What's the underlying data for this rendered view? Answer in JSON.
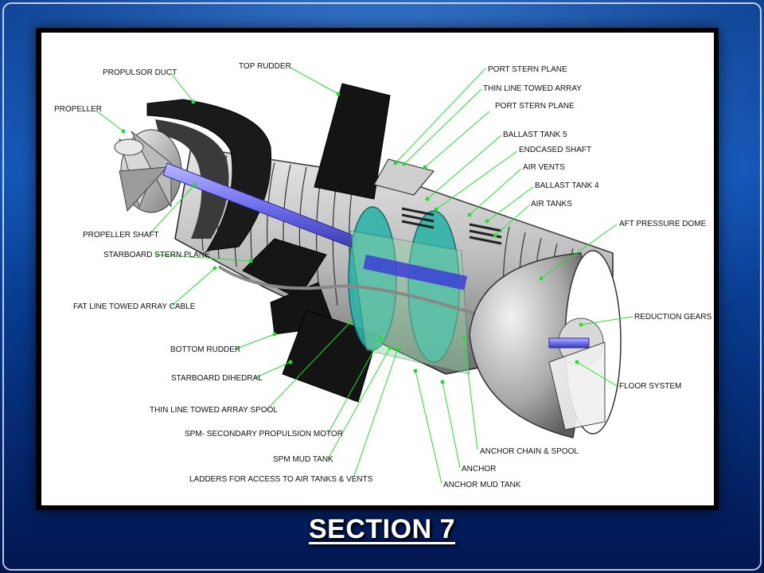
{
  "slide": {
    "title": "SECTION 7"
  },
  "diagram": {
    "labels": [
      {
        "id": "propulsor-duct",
        "text": "PROPULSOR DUCT"
      },
      {
        "id": "top-rudder",
        "text": "TOP RUDDER"
      },
      {
        "id": "port-stern-plane-top",
        "text": "PORT STERN PLANE"
      },
      {
        "id": "thin-line-towed-array",
        "text": "THIN LINE TOWED ARRAY"
      },
      {
        "id": "port-stern-plane",
        "text": "PORT STERN PLANE"
      },
      {
        "id": "propeller",
        "text": "PROPELLER"
      },
      {
        "id": "ballast-tank-5",
        "text": "BALLAST TANK 5"
      },
      {
        "id": "endcased-shaft",
        "text": "ENDCASED SHAFT"
      },
      {
        "id": "air-vents",
        "text": "AIR VENTS"
      },
      {
        "id": "ballast-tank-4",
        "text": "BALLAST TANK 4"
      },
      {
        "id": "air-tanks",
        "text": "AIR TANKS"
      },
      {
        "id": "aft-pressure-dome",
        "text": "AFT PRESSURE DOME"
      },
      {
        "id": "propeller-shaft",
        "text": "PROPELLER SHAFT"
      },
      {
        "id": "starboard-stern-plane",
        "text": "STARBOARD STERN PLANE"
      },
      {
        "id": "fat-line-towed-array-cable",
        "text": "FAT LINE TOWED ARRAY CABLE"
      },
      {
        "id": "reduction-gears",
        "text": "REDUCTION GEARS"
      },
      {
        "id": "bottom-rudder",
        "text": "BOTTOM RUDDER"
      },
      {
        "id": "starboard-dihedral",
        "text": "STARBOARD DIHEDRAL"
      },
      {
        "id": "floor-system",
        "text": "FLOOR SYSTEM"
      },
      {
        "id": "thin-line-towed-array-spool",
        "text": "THIN LINE TOWED ARRAY SPOOL"
      },
      {
        "id": "spm-secondary-propulsion-motor",
        "text": "SPM- SECONDARY PROPULSION MOTOR"
      },
      {
        "id": "anchor-chain-spool",
        "text": "ANCHOR CHAIN & SPOOL"
      },
      {
        "id": "spm-mud-tank",
        "text": "SPM MUD TANK"
      },
      {
        "id": "anchor",
        "text": "ANCHOR"
      },
      {
        "id": "ladders-access",
        "text": "LADDERS FOR ACCESS TO AIR TANKS & VENTS"
      },
      {
        "id": "anchor-mud-tank",
        "text": "ANCHOR MUD TANK"
      }
    ]
  }
}
